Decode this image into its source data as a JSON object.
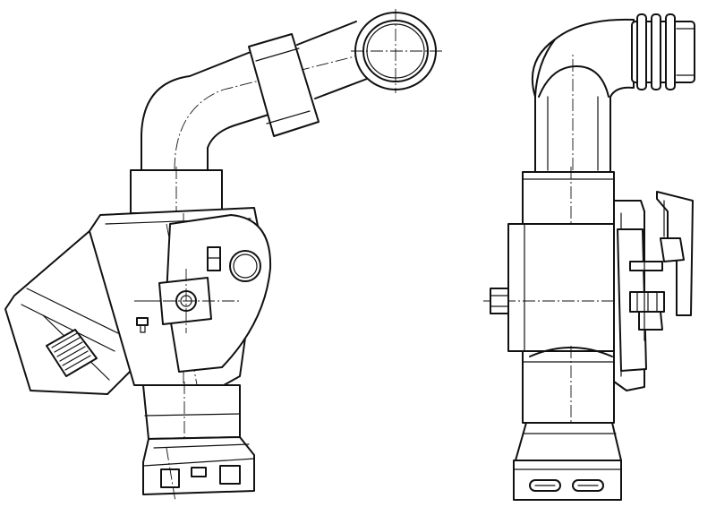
{
  "drawing": {
    "background": "#ffffff",
    "line_color": "#111111",
    "views": [
      {
        "view": "side",
        "parts": [
          "pipe-elbow",
          "pipe-clamp",
          "pipe-end-ring",
          "collar",
          "valve-body",
          "pivot-disc",
          "flange-plate",
          "grip-plate",
          "grip-slots",
          "slot-tab",
          "lower-sleeve",
          "nozzle-skirt"
        ]
      },
      {
        "view": "front",
        "parts": [
          "pipe-elbow",
          "pipe-end-ribs",
          "collar",
          "valve-body",
          "shaft-stub",
          "bracket-plates",
          "latch-lever",
          "lower-sleeve",
          "nozzle-skirt",
          "skirt-slots"
        ]
      }
    ]
  }
}
